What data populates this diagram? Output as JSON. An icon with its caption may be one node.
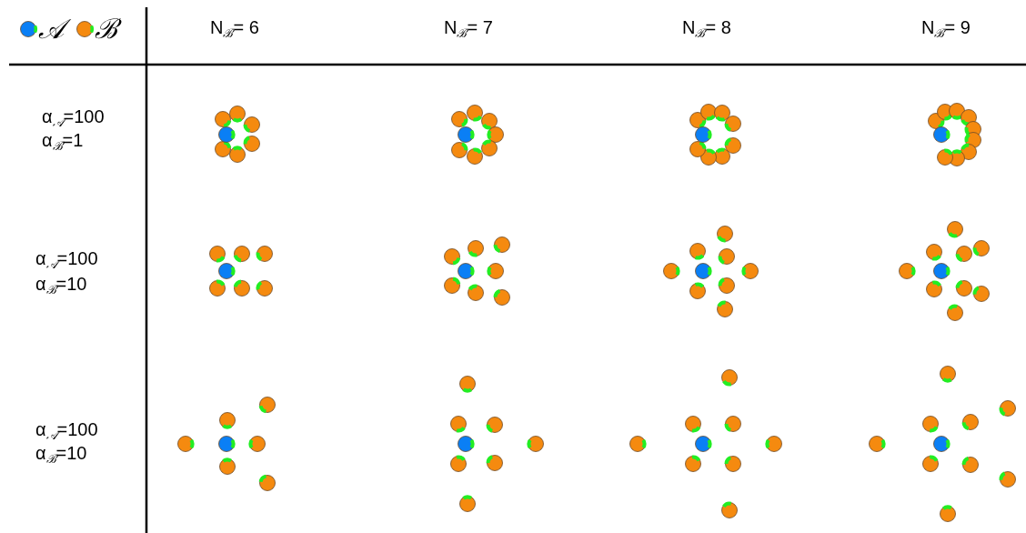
{
  "diagram": {
    "labels": [
      "N$_{ℬ}$= 6",
      "N$_{ℬ}$= 7",
      "N$_{ℬ}$= 8",
      "N$_{ℬ}$= 9",
      "α$_{𝒜}$=100",
      "α$_{ℬ}$=1",
      "α$_{𝒜}$=100",
      "α$_{ℬ}$=10",
      "α$_{𝒜}$=100",
      "α$_{ℬ}$=10"
    ],
    "legend": [
      {
        "text": "𝒜",
        "color": "#0a7ff5"
      },
      {
        "text": "ℬ",
        "color": "#f58a0f"
      }
    ]
  }
}
